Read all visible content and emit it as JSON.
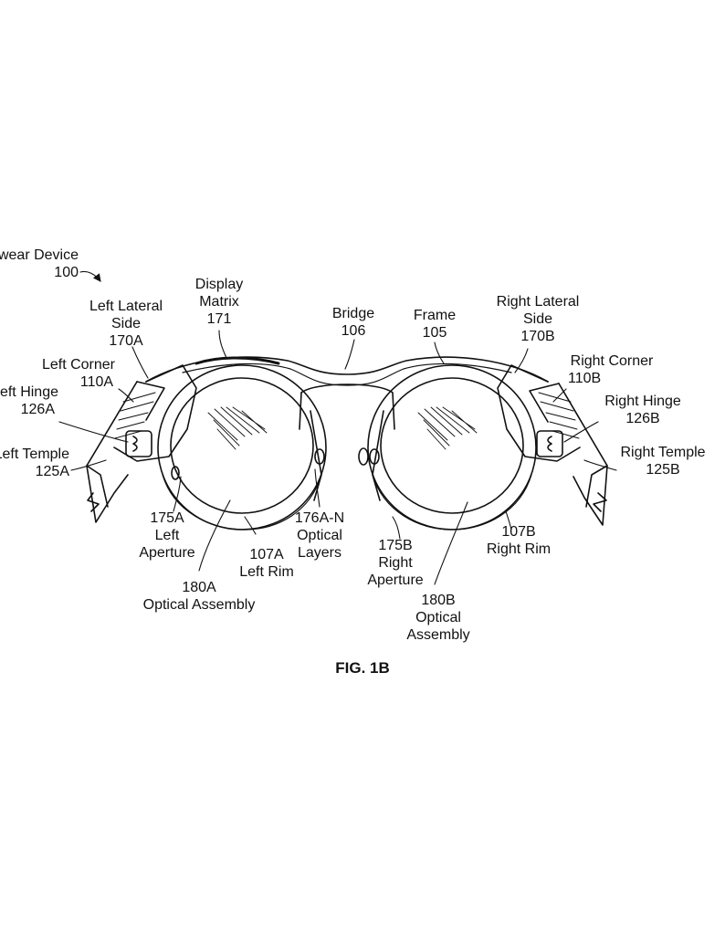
{
  "title": {
    "line1": "Eyewear Device",
    "line2": "100"
  },
  "labels": {
    "display_matrix": [
      "Display",
      "Matrix",
      "171"
    ],
    "left_lateral_side": [
      "Left Lateral",
      "Side",
      "170A"
    ],
    "bridge": [
      "Bridge",
      "106"
    ],
    "frame": [
      "Frame",
      "105"
    ],
    "right_lateral_side": [
      "Right Lateral",
      "Side",
      "170B"
    ],
    "left_corner": [
      "Left Corner",
      "110A"
    ],
    "right_corner": [
      "Right Corner",
      "110B"
    ],
    "left_hinge": [
      "Left Hinge",
      "126A"
    ],
    "right_hinge": [
      "Right Hinge",
      "126B"
    ],
    "left_temple": [
      "Left Temple",
      "125A"
    ],
    "right_temple": [
      "Right Temple",
      "125B"
    ],
    "left_aperture": [
      "175A",
      "Left",
      "Aperture"
    ],
    "left_rim": [
      "107A",
      "Left Rim"
    ],
    "optical_layers": [
      "176A-N",
      "Optical",
      "Layers"
    ],
    "right_aperture": [
      "175B",
      "Right",
      "Aperture"
    ],
    "right_rim": [
      "107B",
      "Right Rim"
    ],
    "left_optical_assembly": [
      "180A",
      "Optical Assembly"
    ],
    "right_optical_assembly": [
      "180B",
      "Optical",
      "Assembly"
    ]
  },
  "caption": "FIG. 1B"
}
